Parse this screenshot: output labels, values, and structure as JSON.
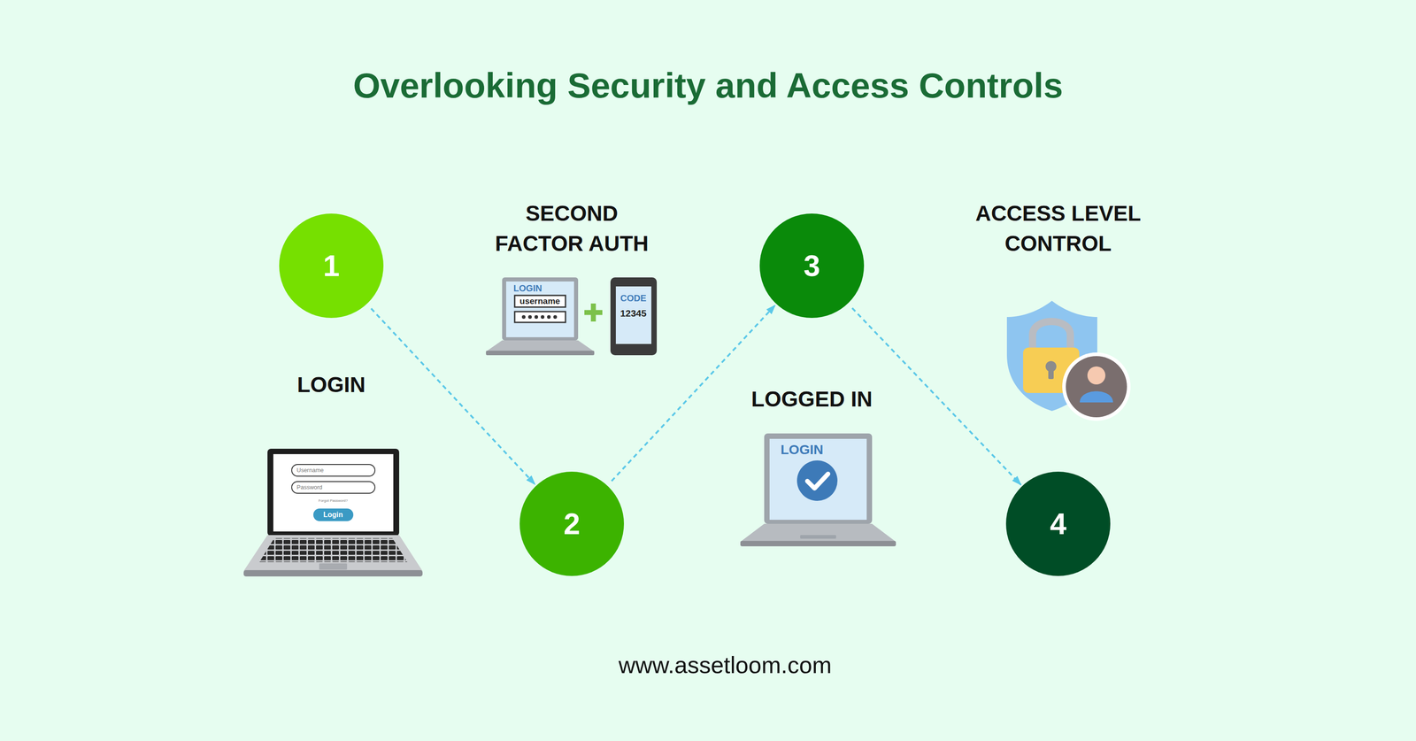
{
  "diagram": {
    "title": "Overlooking Security and Access Controls",
    "caption": "www.assetloom.com",
    "nodes": [
      {
        "text": [
          "1",
          "LOGIN"
        ]
      },
      {
        "text": [
          "2",
          "SECOND FACTOR AUTH"
        ]
      },
      {
        "text": [
          "3",
          "LOGGED IN"
        ]
      },
      {
        "text": [
          "4",
          "ACCESS LEVEL CONTROL"
        ]
      }
    ],
    "edges": [
      {
        "from": 0,
        "to": 1,
        "arrow": "to"
      },
      {
        "from": 1,
        "to": 2,
        "arrow": "to"
      },
      {
        "from": 2,
        "to": 3,
        "arrow": "to"
      }
    ],
    "labels": [
      "Username",
      "Password",
      "Forgot Password?",
      "Login",
      "LOGIN",
      "username",
      "CODE",
      "12345",
      "LOGIN"
    ]
  }
}
